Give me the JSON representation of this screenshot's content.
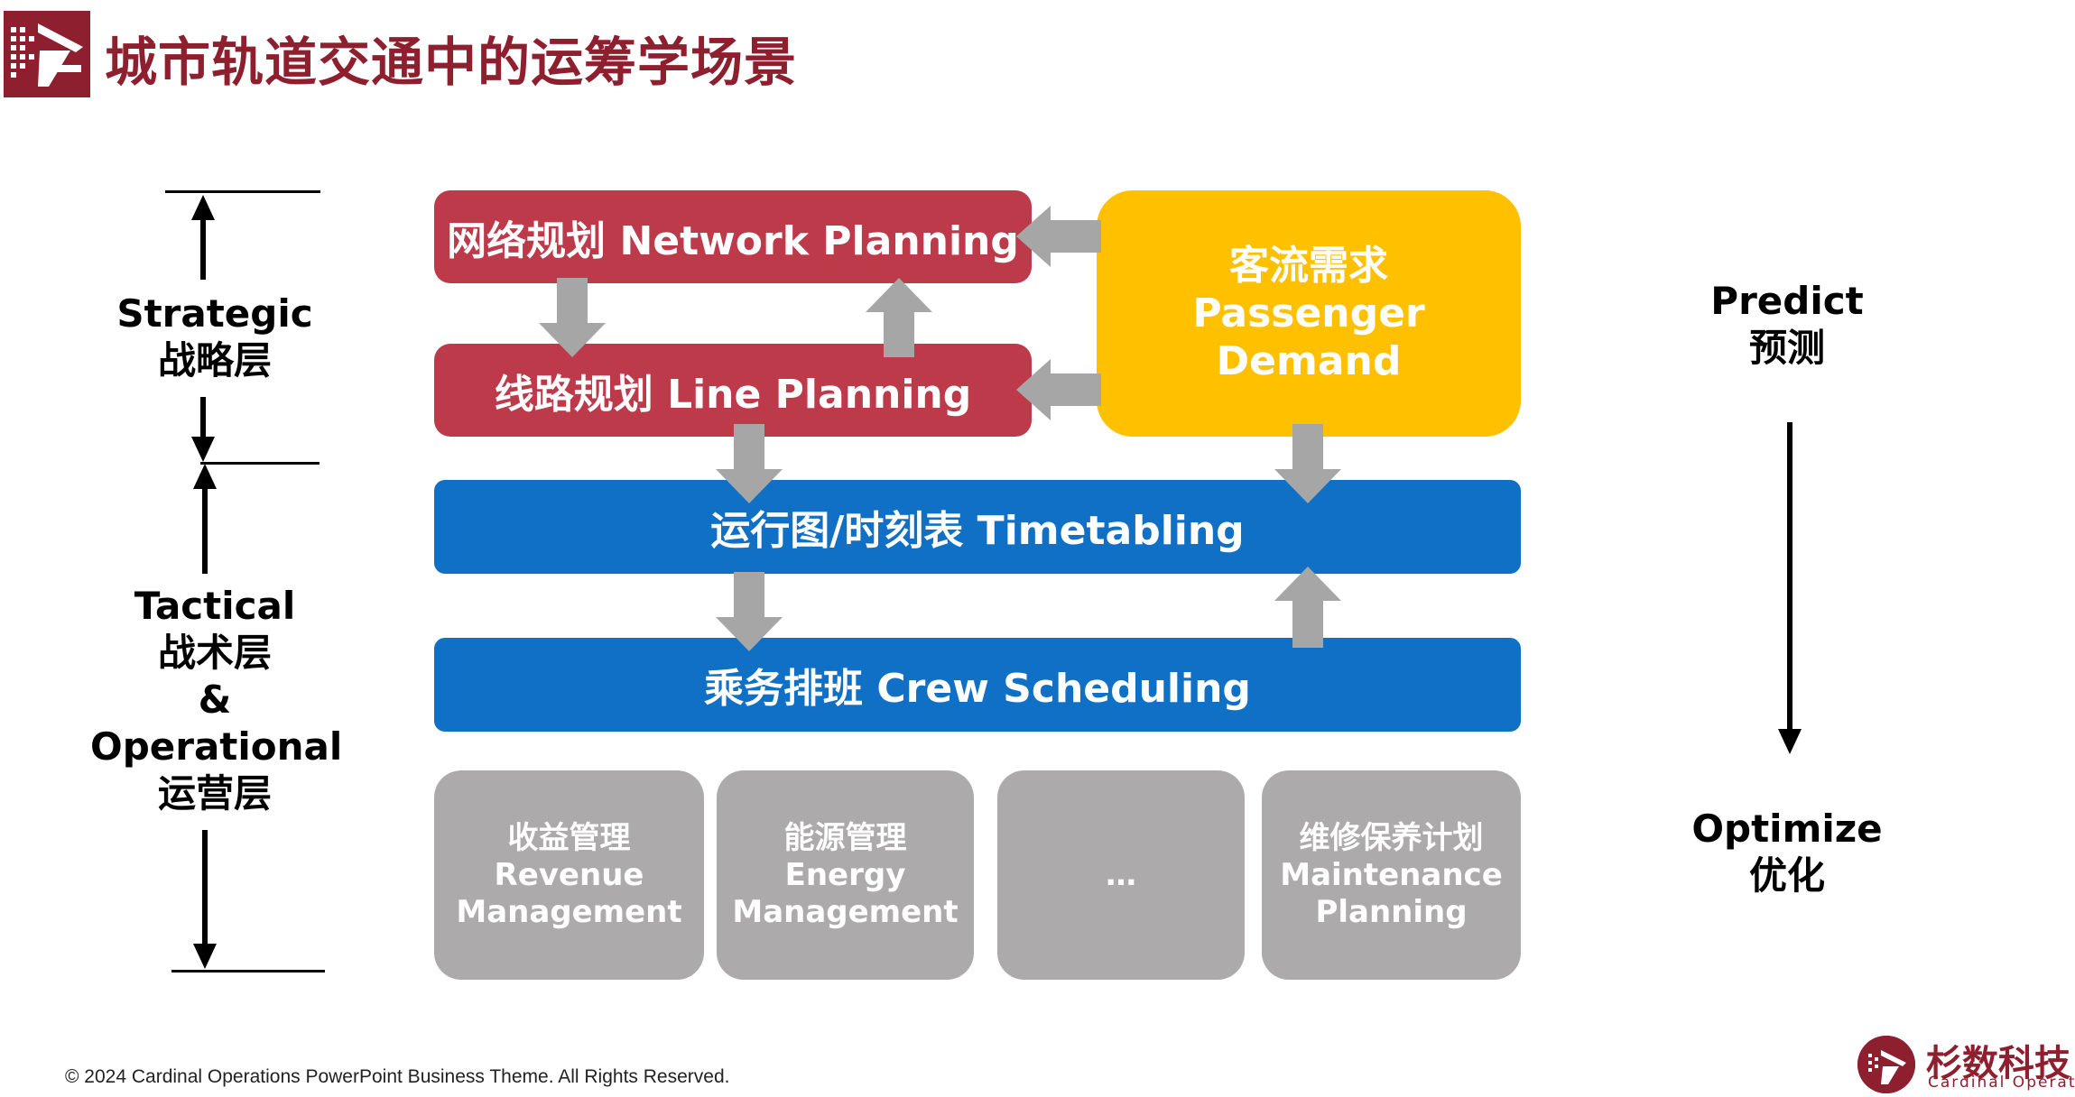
{
  "header": {
    "title": "城市轨道交通中的运筹学场景"
  },
  "left_scale": {
    "strategic": [
      "Strategic",
      "战略层"
    ],
    "tactical": [
      "Tactical",
      "战术层",
      "&",
      "Operational",
      "运营层"
    ]
  },
  "boxes": {
    "network_planning": "网络规划 Network Planning",
    "line_planning": "线路规划 Line Planning",
    "passenger_demand": [
      "客流需求",
      "Passenger",
      "Demand"
    ],
    "timetabling": "运行图/时刻表 Timetabling",
    "crew_scheduling": "乘务排班 Crew Scheduling",
    "revenue": [
      "收益管理",
      "Revenue",
      "Management"
    ],
    "energy": [
      "能源管理",
      "Energy",
      "Management"
    ],
    "more": "…",
    "maintenance": [
      "维修保养计划",
      "Maintenance",
      "Planning"
    ]
  },
  "right_scale": {
    "predict": [
      "Predict",
      "预测"
    ],
    "optimize": [
      "Optimize",
      "优化"
    ]
  },
  "footer": {
    "copyright": "© 2024 Cardinal Operations PowerPoint Business Theme. All Rights Reserved.",
    "brand_cn": "杉数科技",
    "brand_en": "Cardinal Operations"
  },
  "colors": {
    "brand": "#8e1f2f",
    "red_box": "#bd3a4a",
    "yellow_box": "#ffc000",
    "blue_box": "#1070c6",
    "gray_box": "#acaaaa",
    "arrow_gray": "#a6a6a6"
  }
}
